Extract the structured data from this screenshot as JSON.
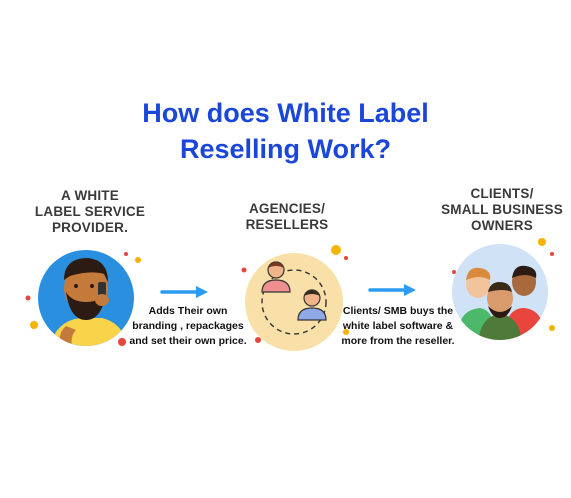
{
  "title": {
    "line1": "How does White Label",
    "line2": "Reselling Work?"
  },
  "steps": [
    {
      "label_lines": [
        "A WHITE",
        "LABEL SERVICE",
        "PROVIDER."
      ],
      "icon": "man-on-phone-icon"
    },
    {
      "label_lines": [
        "AGENCIES/",
        "RESELLERS"
      ],
      "icon": "two-people-cycle-icon"
    },
    {
      "label_lines": [
        "CLIENTS/",
        "SMALL BUSINESS",
        "OWNERS"
      ],
      "icon": "three-people-group-icon"
    }
  ],
  "transitions": [
    {
      "text_lines": [
        "Adds Their own",
        "branding , repackages",
        "and set their own price."
      ]
    },
    {
      "text_lines": [
        "Clients/ SMB buys the",
        "white label software &",
        "more from the reseller."
      ]
    }
  ],
  "colors": {
    "title": "#1a47d9",
    "arrow": "#2c9bf0",
    "circle1": "#2b8fe0",
    "circle2": "#f9e0a8",
    "circle3": "#cfe2f6",
    "label": "#3a3a3a"
  }
}
